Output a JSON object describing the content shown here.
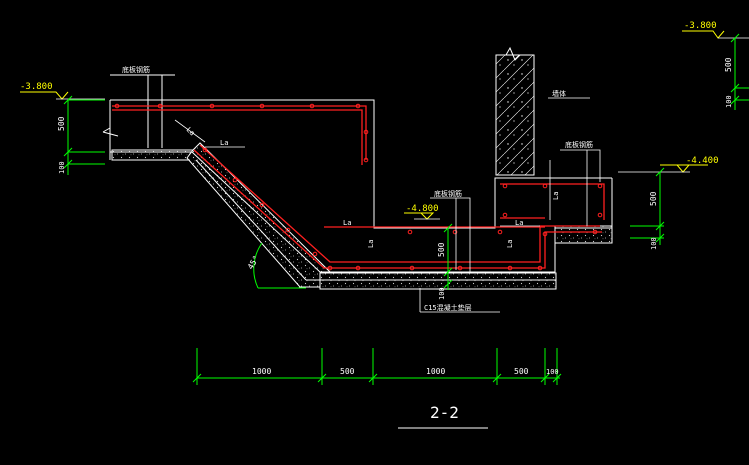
{
  "drawing": {
    "title": "2-2",
    "elevations": {
      "top_left": "-3.800",
      "top_right": "-3.800",
      "middle": "-4.800",
      "right": "-4.400"
    },
    "dimensions": {
      "left_500": "500",
      "left_100": "100",
      "top_right_500": "500",
      "top_right_100": "100",
      "right_500": "500",
      "right_100": "100",
      "center_500": "500",
      "center_100": "100",
      "bottom": [
        "1000",
        "500",
        "1000",
        "500",
        "100"
      ]
    },
    "angle": "45°",
    "labels": {
      "rebar_left": "底板钢筋",
      "rebar_mid": "底板钢筋",
      "rebar_right": "底板钢筋",
      "wall": "墙体",
      "cushion": "C15混凝土垫层",
      "la_1": "La",
      "la_2": "La",
      "la_3": "La",
      "la_4": "La",
      "la_5": "La",
      "la_6": "La",
      "la_7": "La"
    }
  },
  "colors": {
    "rebar": "#ff2020",
    "outline": "#ffffff",
    "dimension": "#00ff00",
    "elevation": "#ffff00",
    "leader": "#ffffff"
  }
}
